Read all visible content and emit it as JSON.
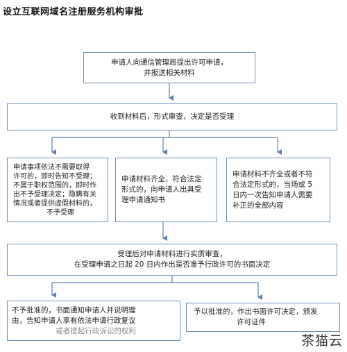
{
  "title": "设立互联网域名注册服务机构审批",
  "nodes": {
    "apply": [
      "申请人向通信管理局提出许可申请，",
      "并报送相关材料"
    ],
    "review": [
      "收到材料后，形式审查，决定是否受理"
    ],
    "reject": [
      "申请事项依法不需要取得",
      "许可的，即时告知不受理；",
      "不属于职权范围的，即时作",
      "出不予受理决定；隐瞒有关",
      "情况或者提供虚假材料的，",
      "不予受理"
    ],
    "accept": [
      "申请材料齐全、符合法定",
      "形式的，向申请人出具受",
      "理申请通知书"
    ],
    "incomplete": [
      "申请材料不齐全或者不符",
      "合法定形式的，当场或 5",
      "日内一次告知申请人需要",
      "补正的全部内容"
    ],
    "substantive": [
      "受理后对申请材料进行实质审查，",
      "在受理申请之日起 20 日内作出是否准予行政许可的书面决定"
    ],
    "deny": [
      "不予批准的，书面通知申请人并说明理",
      "由，告知申请人享有依法申请行政复议",
      "或者提起行政诉讼的权利"
    ],
    "approve": [
      "予以批准的，作出书面许可决定，颁发",
      "许可证件"
    ]
  },
  "watermark": "茶猫云",
  "colors": {
    "border": "#6a8fbf",
    "arrow": "#5b7fb0"
  }
}
